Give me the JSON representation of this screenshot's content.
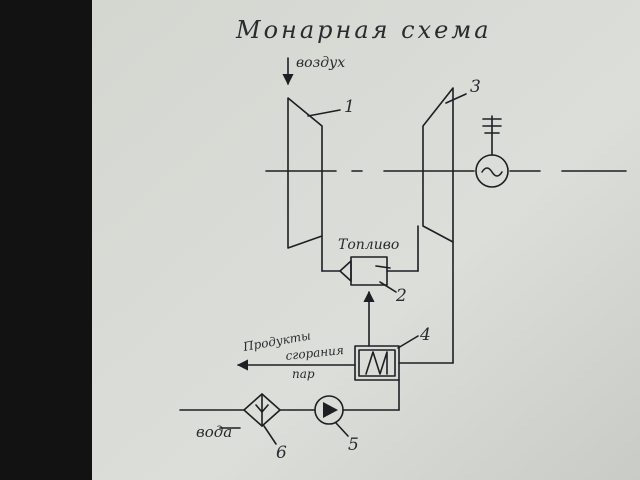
{
  "title": "Монарная схема",
  "labels": {
    "air": "воздух",
    "fuel": "Топливо",
    "products_line1": "Продукты",
    "products_line2": "сгорания",
    "steam": "пар",
    "water": "вода",
    "n1": "1",
    "n2": "2",
    "n3": "3",
    "n4": "4",
    "n5": "5",
    "n6": "6"
  },
  "colors": {
    "paper": "#d9dbd6",
    "ink": "#1e1e24",
    "background": "#121212"
  }
}
